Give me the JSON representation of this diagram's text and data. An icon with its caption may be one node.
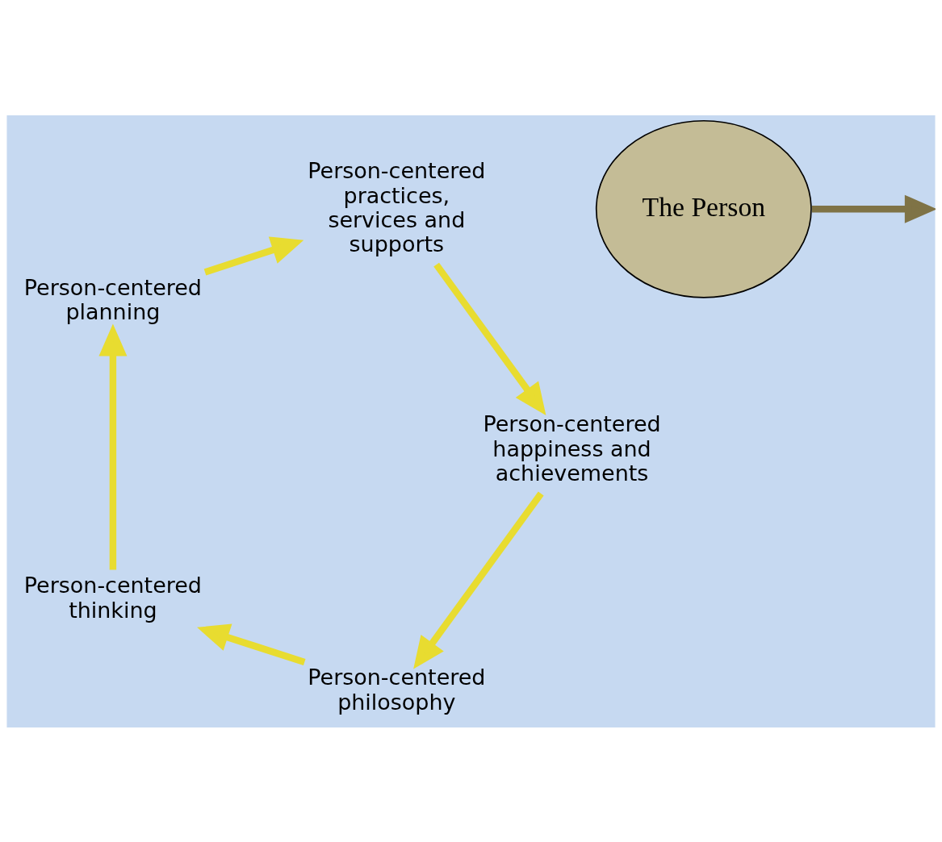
{
  "diagram": {
    "nodes": [
      {
        "text": [
          "Person-centered philosophy"
        ]
      },
      {
        "text": [
          "Person-centered thinking"
        ]
      },
      {
        "text": [
          "Person-centered planning"
        ]
      },
      {
        "text": [
          "Person-centered practices, services and supports"
        ]
      },
      {
        "text": [
          "Person-centered happiness and achievements"
        ]
      },
      {
        "text": [
          "The Person"
        ]
      }
    ],
    "edges": [
      {
        "from": 0,
        "to": 1,
        "arrow": "to"
      },
      {
        "from": 1,
        "to": 2,
        "arrow": "to"
      },
      {
        "from": 2,
        "to": 3,
        "arrow": "to"
      },
      {
        "from": 3,
        "to": 4,
        "arrow": "to"
      },
      {
        "from": 4,
        "to": 0,
        "arrow": "to"
      },
      {
        "from": 5,
        "to": null,
        "arrow": "to",
        "color": "#7f7346"
      }
    ]
  }
}
